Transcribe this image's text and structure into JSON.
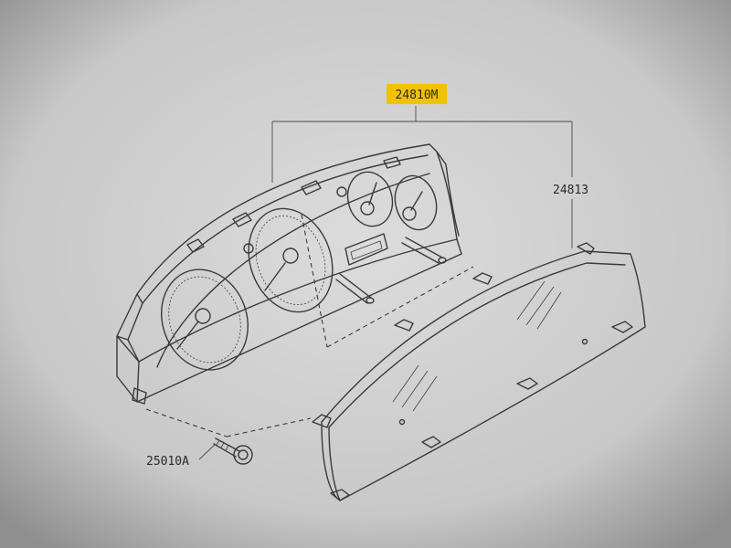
{
  "callouts": {
    "assembly": "24810M",
    "lens": "24813",
    "screw": "25010A"
  },
  "colors": {
    "paper": "#c9c9c9",
    "ink": "#3a3a3a",
    "highlight": "#f2c200"
  }
}
